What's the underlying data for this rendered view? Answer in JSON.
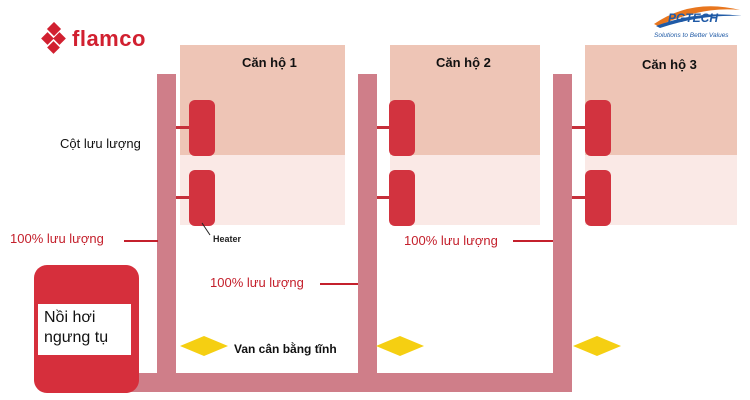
{
  "brand": {
    "flamco_logo": "flamco",
    "pgtech_logo": "PGTECH",
    "pgtech_slogan": "Solutions to Better Values"
  },
  "apartments": [
    {
      "label": "Căn hộ 1"
    },
    {
      "label": "Căn hộ 2"
    },
    {
      "label": "Căn hộ 3"
    }
  ],
  "labels": {
    "flow_column": "Cột lưu lượng",
    "heater": "Heater",
    "boiler": "Nồi hơi ngưng tụ",
    "balancing_valve": "Van cân bằng tĩnh",
    "flow_left": "100% lưu lượng",
    "flow_middle": "100% lưu lượng",
    "flow_right": "100% lưu lượng"
  },
  "colors": {
    "pipe": "#cf7e89",
    "radiator": "#d2333f",
    "boiler": "#d62f3c",
    "valve": "#f5cf12",
    "flow_text": "#c4202c"
  }
}
